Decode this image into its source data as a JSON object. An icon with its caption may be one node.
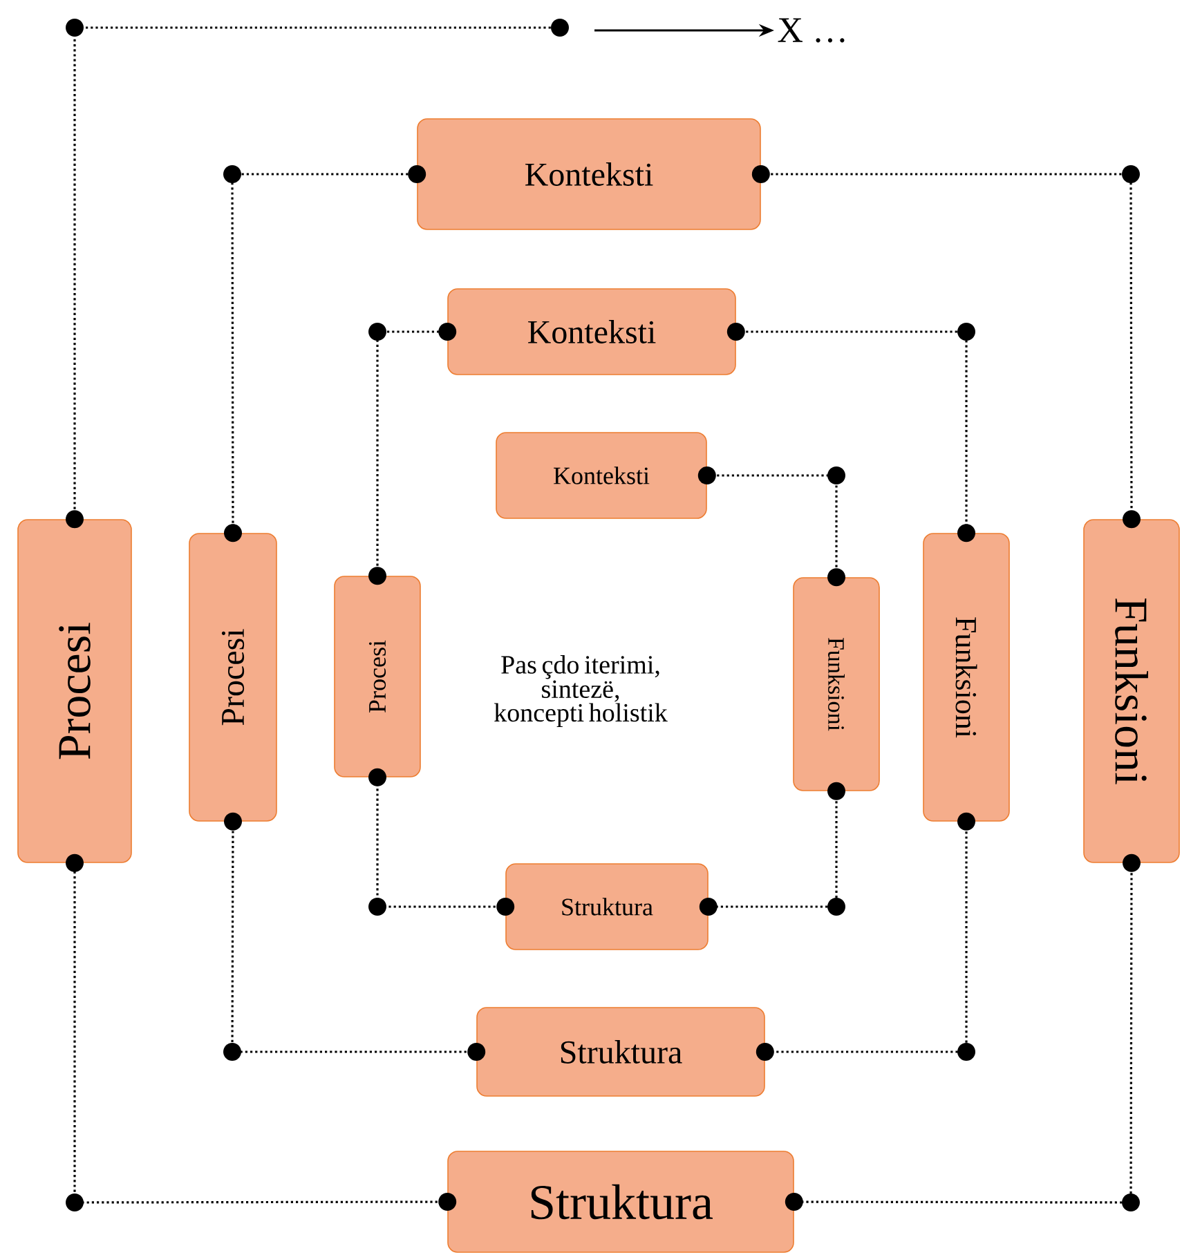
{
  "diagram": {
    "nodes": [
      {
        "text": [
          "X …"
        ]
      },
      {
        "text": [
          "Konteksti"
        ]
      },
      {
        "text": [
          "Konteksti"
        ]
      },
      {
        "text": [
          "Konteksti"
        ]
      },
      {
        "text": [
          "Procesi"
        ]
      },
      {
        "text": [
          "Procesi"
        ]
      },
      {
        "text": [
          "Procesi"
        ]
      },
      {
        "text": [
          "Funksioni"
        ]
      },
      {
        "text": [
          "Funksioni"
        ]
      },
      {
        "text": [
          "Funksioni"
        ]
      },
      {
        "text": [
          "Struktura"
        ]
      },
      {
        "text": [
          "Struktura"
        ]
      },
      {
        "text": [
          "Struktura"
        ]
      }
    ],
    "edges": [
      {
        "from": 3,
        "to": 7,
        "arrow": "other",
        "style": "dashed"
      },
      {
        "from": 7,
        "to": 10,
        "arrow": "other",
        "style": "dashed"
      },
      {
        "from": 10,
        "to": 6,
        "arrow": "other",
        "style": "dashed"
      },
      {
        "from": 6,
        "to": 2,
        "arrow": "other",
        "style": "dashed"
      },
      {
        "from": 2,
        "to": 8,
        "arrow": "other",
        "style": "dashed"
      },
      {
        "from": 8,
        "to": 11,
        "arrow": "other",
        "style": "dashed"
      },
      {
        "from": 11,
        "to": 5,
        "arrow": "other",
        "style": "dashed"
      },
      {
        "from": 5,
        "to": 1,
        "arrow": "other",
        "style": "dashed"
      },
      {
        "from": 1,
        "to": 9,
        "arrow": "other",
        "style": "dashed"
      },
      {
        "from": 9,
        "to": 12,
        "arrow": "other",
        "style": "dashed"
      },
      {
        "from": 12,
        "to": 4,
        "arrow": "other",
        "style": "dashed"
      },
      {
        "from": 4,
        "to": null,
        "arrow": "other",
        "style": "dashed"
      },
      {
        "from": null,
        "to": 0,
        "arrow": "to"
      }
    ],
    "labels": [
      "Pas çdo iterimi, sintezë, koncepti holistik"
    ]
  }
}
